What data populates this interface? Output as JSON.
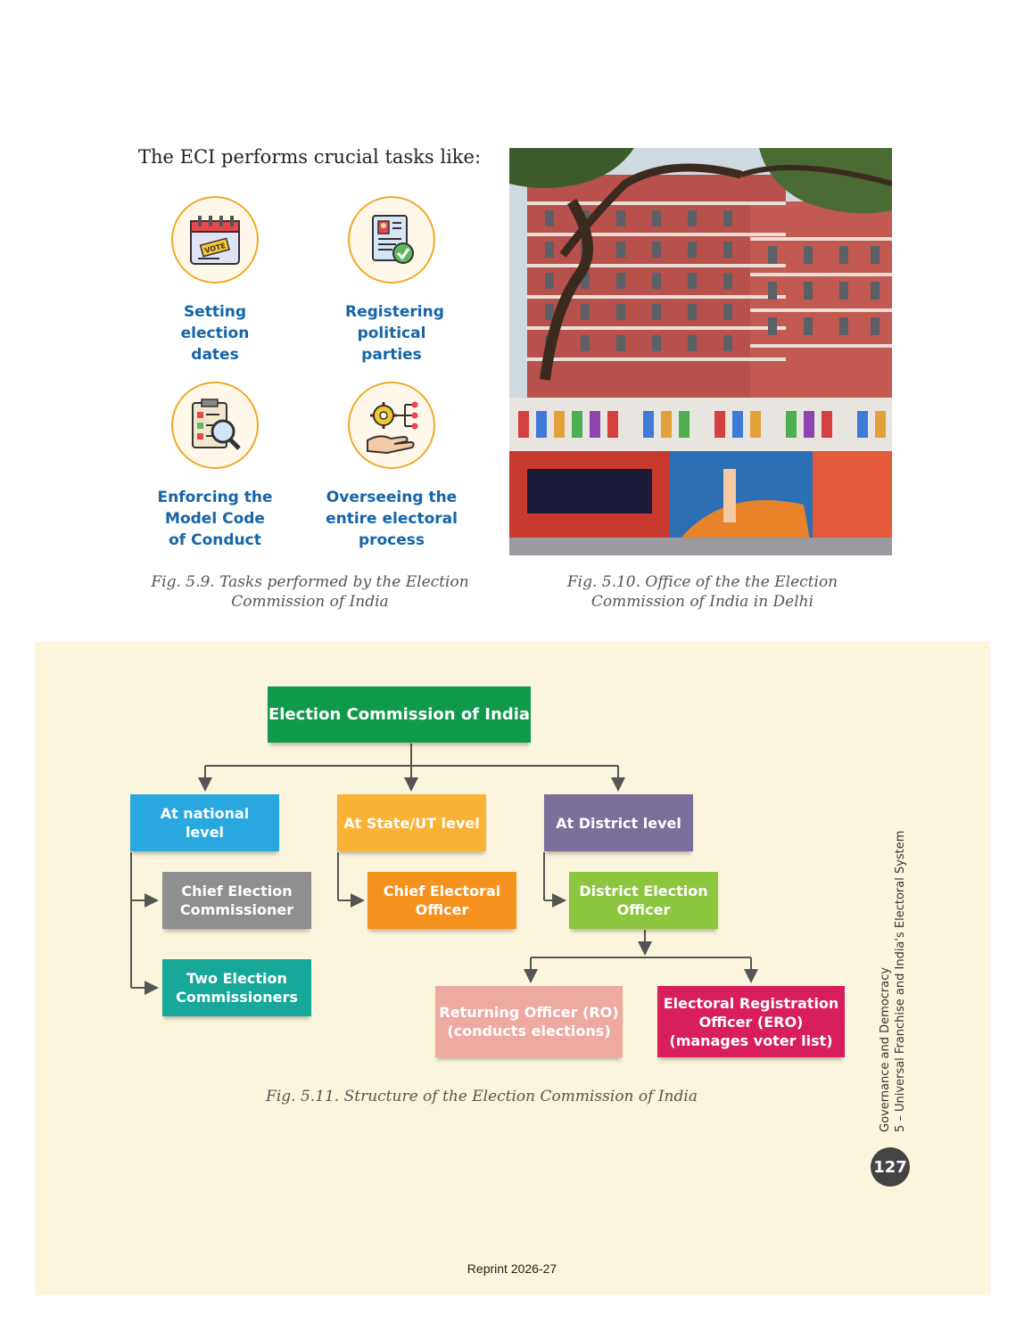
{
  "intro": "The ECI performs crucial tasks like:",
  "tasks": [
    {
      "icon": "calendar-vote-icon",
      "label": "Setting election dates"
    },
    {
      "icon": "registration-document-icon",
      "label": "Registering political parties"
    },
    {
      "icon": "checklist-magnifier-icon",
      "label": "Enforcing the Model Code of Conduct"
    },
    {
      "icon": "gear-hand-network-icon",
      "label": "Overseeing the entire electoral process"
    }
  ],
  "fig_5_9": "Fig. 5.9. Tasks performed by the Election Commission of India",
  "fig_5_10": "Fig. 5.10. Office of the the Election Commission of India in Delhi",
  "photo": {
    "icon": "eci-building-photo"
  },
  "org": {
    "root": "Election Commission of India",
    "national": "At national level",
    "state": "At State/UT level",
    "district": "At District level",
    "cec": "Chief Election Commissioner",
    "two_ec": "Two Election Commissioners",
    "ceo": "Chief Electoral Officer",
    "deo": "District Election Officer",
    "ro": "Returning Officer (RO) (conducts elections)",
    "ero": "Electoral Registration Officer (ERO) (manages voter list)",
    "colors": {
      "root": "#0f9a4b",
      "national": "#29a8e0",
      "state": "#f9b233",
      "district": "#7b6f9b",
      "cec": "#8f8f91",
      "two_ec": "#17a89a",
      "ceo": "#f5921e",
      "deo": "#8cc63f",
      "ro": "#eeaaa0",
      "ero": "#d81e5b"
    }
  },
  "fig_5_11": "Fig. 5.11. Structure of the Election Commission of India",
  "side_text_line1": "Governance and Democracy",
  "side_text_line2": "5 – Universal Franchise and India's Electoral System",
  "page_number": "127",
  "reprint": "Reprint 2026-27"
}
